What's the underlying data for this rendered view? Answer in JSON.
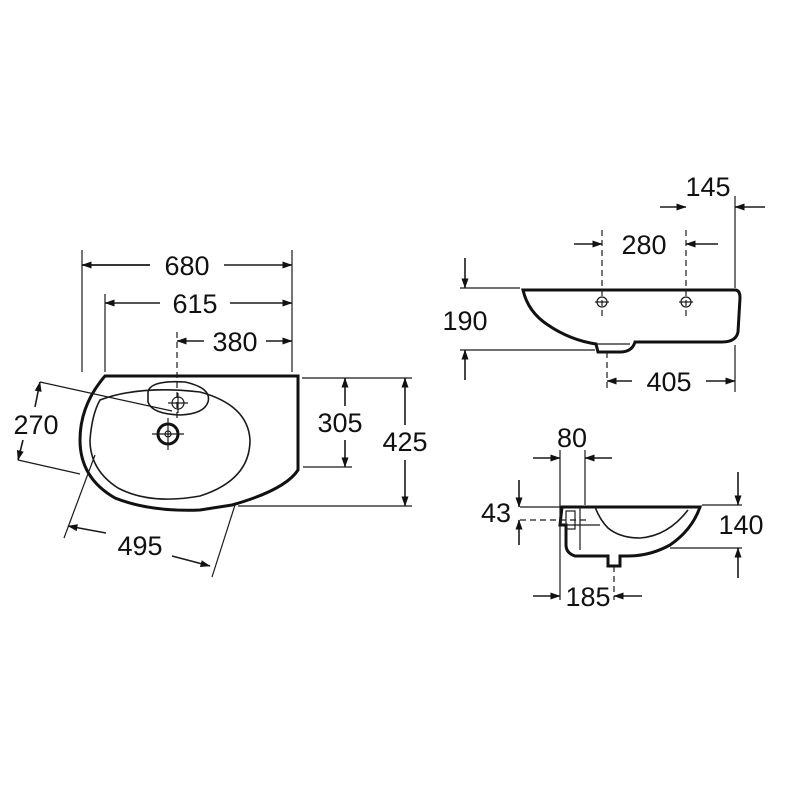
{
  "dimensions": {
    "top_view": {
      "overall_width": "680",
      "inner_width": "615",
      "tap_offset": "380",
      "left_depth": "270",
      "right_depth": "305",
      "total_depth": "425",
      "bowl_diagonal": "495"
    },
    "side_view": {
      "wall_offset": "145",
      "hole_spacing": "280",
      "height": "190",
      "drain_offset": "405"
    },
    "section_view": {
      "rim_offset": "80",
      "overflow_height": "43",
      "bowl_depth": "140",
      "drain_from_wall": "185"
    }
  }
}
